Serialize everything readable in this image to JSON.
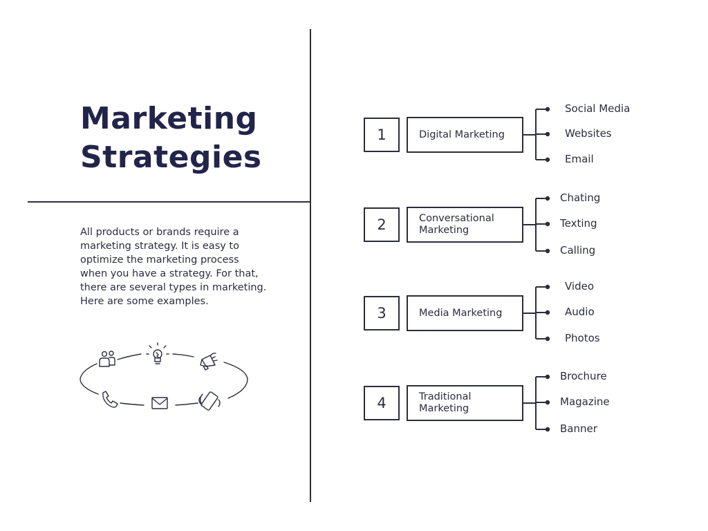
{
  "title_line1": "Marketing",
  "title_line2": "Strategies",
  "description": "All products or brands require a marketing strategy. It is easy to optimize the marketing process when you have a strategy. For that, there are several types in marketing. Here are some examples.",
  "cycle_icons": [
    "people-icon",
    "lightbulb-icon",
    "megaphone-icon",
    "phone-vibrate-icon",
    "mail-icon",
    "phone-icon"
  ],
  "colors": {
    "ink": "#2b2d3c",
    "title": "#23244a",
    "background": "#ffffff"
  },
  "categories": [
    {
      "number": "1",
      "name": "Digital Marketing",
      "items": [
        "Social Media",
        "Websites",
        "Email"
      ]
    },
    {
      "number": "2",
      "name": "Conversational Marketing",
      "items": [
        "Chating",
        "Texting",
        "Calling"
      ]
    },
    {
      "number": "3",
      "name": "Media Marketing",
      "items": [
        "Video",
        "Audio",
        "Photos"
      ]
    },
    {
      "number": "4",
      "name": "Traditional Marketing",
      "items": [
        "Brochure",
        "Magazine",
        "Banner"
      ]
    }
  ]
}
